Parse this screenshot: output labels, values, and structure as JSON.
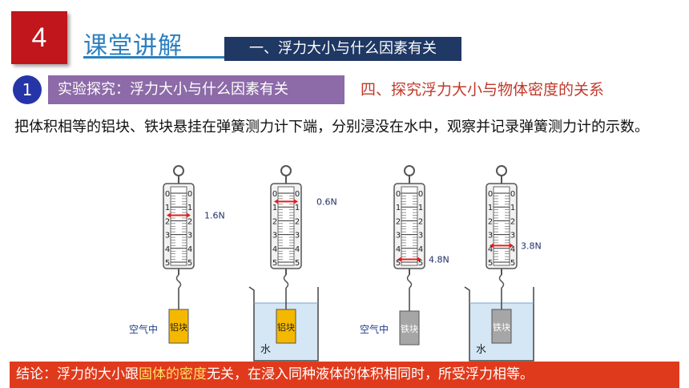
{
  "header": {
    "number": "4",
    "title": "课堂讲解",
    "section": "一、浮力大小与什么因素有关"
  },
  "subheader": {
    "index": "1",
    "label": "实验探究：浮力大小与什么因素有关",
    "topic": "四、探究浮力大小与物体密度的关系"
  },
  "description": "把体积相等的铝块、铁块悬挂在弹簧测力计下端，分别浸没在水中，观察并记录弹簧测力计的示数。",
  "figure": {
    "scale_ticks": [
      "0",
      "1",
      "2",
      "3",
      "4",
      "5"
    ],
    "setups": [
      {
        "reading": "1.6N",
        "block": "铝块",
        "medium": "空气中",
        "block_color": "#f5b800"
      },
      {
        "reading": "0.6N",
        "block": "铝块",
        "medium": "水",
        "block_color": "#f5b800"
      },
      {
        "reading": "4.8N",
        "block": "铁块",
        "medium": "空气中",
        "block_color": "#a6a6a6"
      },
      {
        "reading": "3.8N",
        "block": "铁块",
        "medium": "水",
        "block_color": "#a6a6a6"
      }
    ]
  },
  "conclusion": {
    "prefix": "结论：浮力的大小跟",
    "highlight": "固体的密度",
    "suffix": "无关，在浸入同种液体的体积相同时，所受浮力相等。"
  }
}
